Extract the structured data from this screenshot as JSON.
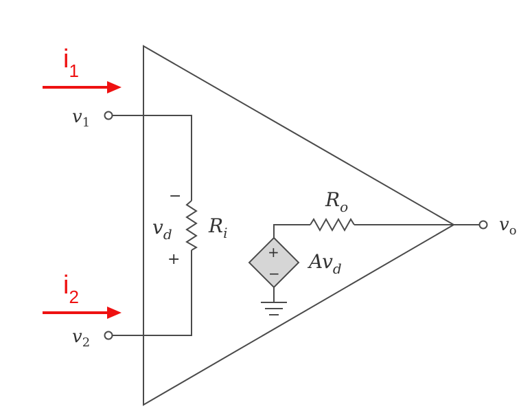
{
  "colors": {
    "wire": "#4a4a4a",
    "current_arrow": "#ee1111",
    "source_fill": "#d6d6d6"
  },
  "currents": {
    "i1": {
      "base": "i",
      "sub": "1"
    },
    "i2": {
      "base": "i",
      "sub": "2"
    }
  },
  "terminals": {
    "v1": {
      "base": "v",
      "sub": "1"
    },
    "v2": {
      "base": "v",
      "sub": "2"
    },
    "vo": {
      "base": "v",
      "sub": "o"
    }
  },
  "components": {
    "Ri": {
      "base": "R",
      "sub": "i"
    },
    "Ro": {
      "base": "R",
      "sub": "o"
    },
    "vd": {
      "base": "v",
      "sub": "d"
    },
    "vd_minus": "−",
    "vd_plus": "+",
    "source": {
      "prefix": "Av",
      "sub": "d",
      "plus": "+",
      "minus": "−"
    }
  }
}
